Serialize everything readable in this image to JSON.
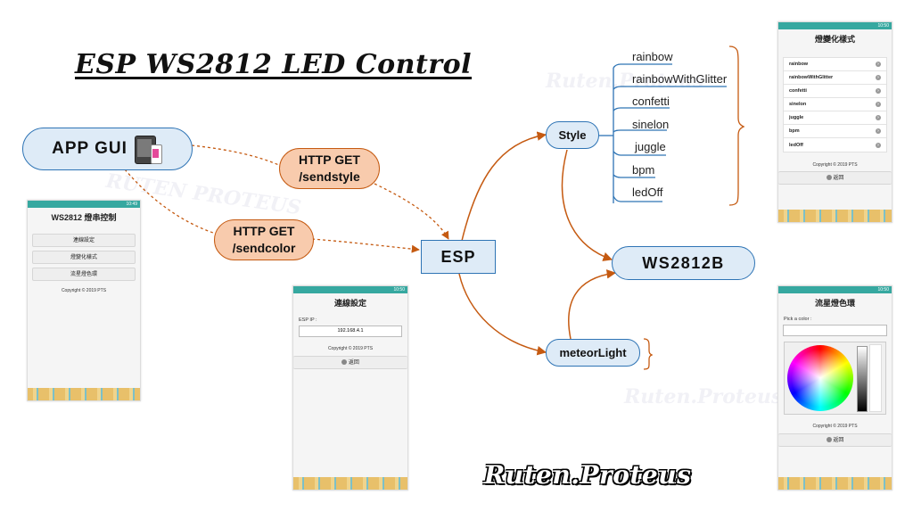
{
  "title": "ESP WS2812 LED Control",
  "nodes": {
    "app_gui": "APP GUI",
    "http_sendstyle": {
      "line1": "HTTP GET",
      "line2": "/sendstyle"
    },
    "http_sendcolor": {
      "line1": "HTTP GET",
      "line2": "/sendcolor"
    },
    "esp": "ESP",
    "style": "Style",
    "ws2812b": "WS2812B",
    "meteor": "meteorLight"
  },
  "style_options": [
    "rainbow",
    "rainbowWithGlitter",
    "confetti",
    "sinelon",
    "juggle",
    "bpm",
    "ledOff"
  ],
  "screens": {
    "main": {
      "status_time": "10:49",
      "title": "WS2812 燈串控制",
      "buttons": [
        "連線設定",
        "燈變化樣式",
        "流星燈色環"
      ],
      "copyright": "Copyright © 2019 PTS"
    },
    "connect": {
      "status_time": "10:50",
      "title": "連線設定",
      "ip_label": "ESP IP :",
      "ip_value": "192.168.4.1",
      "copyright": "Copyright © 2019 PTS",
      "back": "返回"
    },
    "style_list": {
      "status_time": "10:50",
      "title": "燈變化樣式",
      "items": [
        "rainbow",
        "rainbowWithGlitter",
        "confetti",
        "sinelon",
        "juggle",
        "bpm",
        "ledOff"
      ],
      "copyright": "Copyright © 2019 PTS",
      "back": "返回"
    },
    "color": {
      "status_time": "10:50",
      "title": "流星燈色環",
      "pick_label": "Pick a color :",
      "copyright": "Copyright © 2019 PTS",
      "back": "返回"
    }
  },
  "signature": "Ruten.Proteus",
  "watermarks": [
    "Ruten.Proteus",
    "RUTEN PROTEUS",
    "Ruten.Proteus"
  ],
  "colors": {
    "blue_fill": "#deebf7",
    "blue_border": "#2e74b5",
    "peach_fill": "#f8cbad",
    "peach_border": "#c55a11",
    "arrow": "#c55a11",
    "style_lines": "#2e74b5",
    "brace": "#c55a11",
    "status_bar": "#36a8a0"
  }
}
